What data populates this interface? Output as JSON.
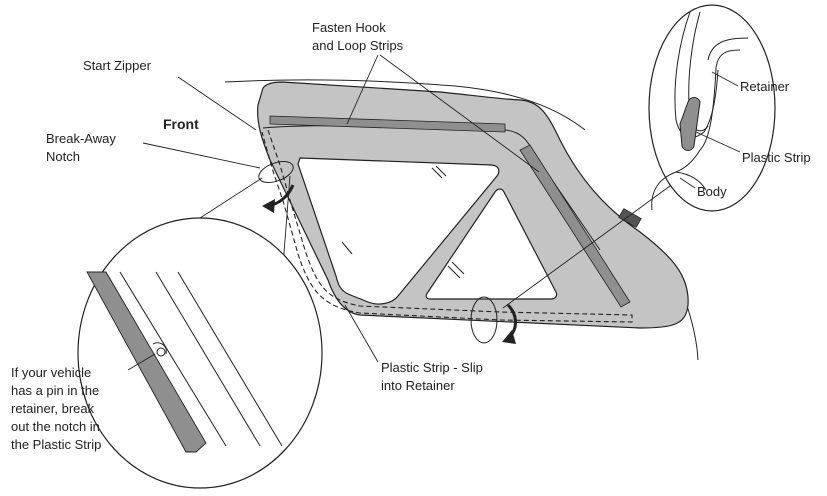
{
  "labels": {
    "fasten_line1": "Fasten Hook",
    "fasten_line2": "and Loop Strips",
    "start_zipper": "Start Zipper",
    "front": "Front",
    "breakaway_line1": "Break-Away",
    "breakaway_line2": "Notch",
    "retainer": "Retainer",
    "plastic_strip": "Plastic Strip",
    "body": "Body",
    "plastic_slip_line1": "Plastic Strip - Slip",
    "plastic_slip_line2": "into Retainer",
    "pin_note": [
      "If your vehicle",
      "has a pin in the",
      "retainer, break",
      "out the notch in",
      "the Plastic Strip"
    ]
  },
  "colors": {
    "panel_fill": "#c4c4c4",
    "strip_fill": "#8f8f8f",
    "line": "#222222"
  }
}
